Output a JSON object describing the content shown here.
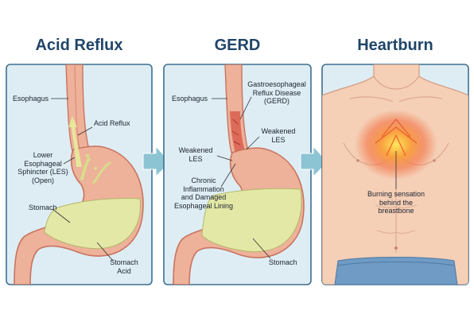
{
  "titles": {
    "acid_reflux": "Acid Reflux",
    "gerd": "GERD",
    "heartburn": "Heartburn"
  },
  "panel1": {
    "esophagus": "Esophagus",
    "acid_reflux": "Acid Reflux",
    "les_line1": "Lower",
    "les_line2": "Esophageal",
    "les_line3": "Sphincter (LES)",
    "les_line4": "(Open)",
    "stomach": "Stomach",
    "stomach_acid_line1": "Stomach",
    "stomach_acid_line2": "Acid"
  },
  "panel2": {
    "esophagus": "Esophagus",
    "gerd_line1": "Gastroesophageal",
    "gerd_line2": "Reflux Disease",
    "gerd_line3": "(GERD)",
    "weakened_right_line1": "Weakened",
    "weakened_right_line2": "LES",
    "weakened_left_line1": "Weakened",
    "weakened_left_line2": "LES",
    "chronic_line1": "Chronic",
    "chronic_line2": "Inflammation",
    "chronic_line3": "and Damaged",
    "chronic_line4": "Esophageal Lining",
    "stomach": "Stomach"
  },
  "panel3": {
    "burn_line1": "Burning sensation",
    "burn_line2": "behind the",
    "burn_line3": "breastbone"
  },
  "colors": {
    "title": "#1f4569",
    "panel_bg": "#deedf4",
    "panel_border": "#3d6f91",
    "tissue": "#eeb19a",
    "tissue_dark": "#c9745f",
    "acid": "#e3e8a6",
    "arrow": "#8dc4d4",
    "skin": "#f5cfb6",
    "shorts": "#6f9bc4",
    "burn": "#f26a3a"
  },
  "icons": [
    "right-arrow-icon"
  ]
}
